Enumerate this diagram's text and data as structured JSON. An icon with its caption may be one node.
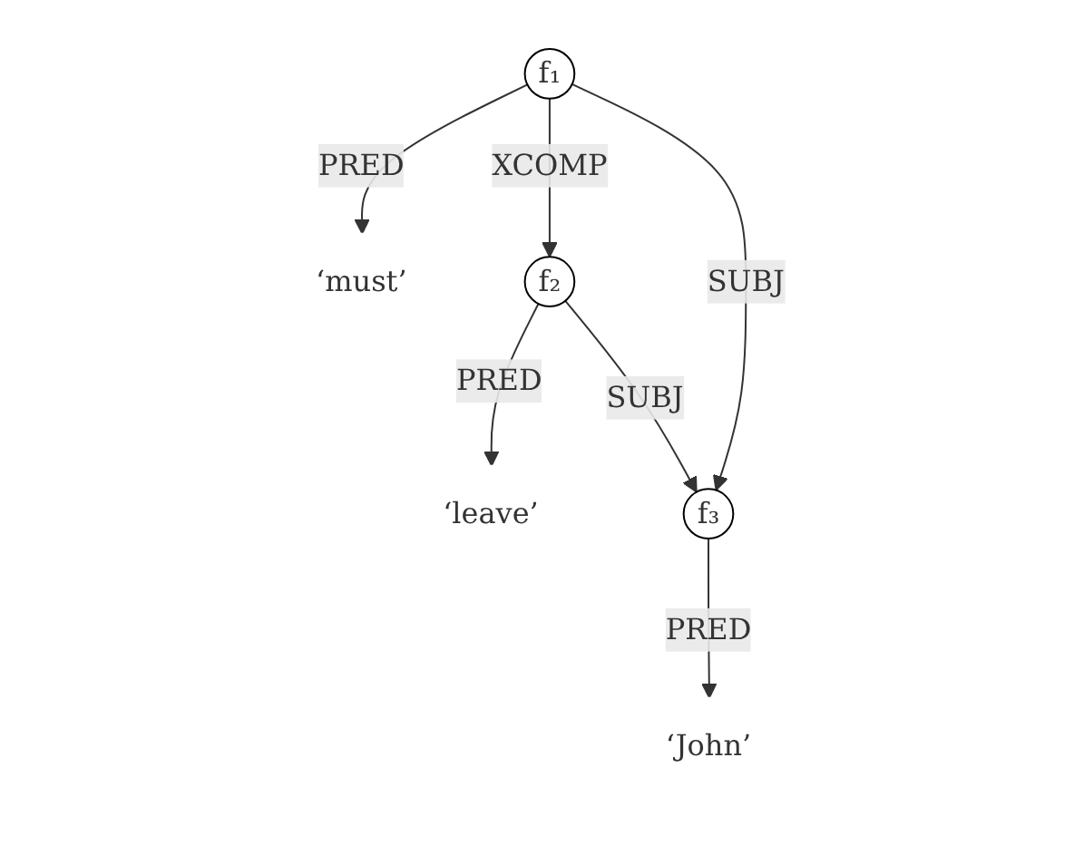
{
  "diagram": {
    "nodes": [
      {
        "text": [
          "f₁"
        ]
      },
      {
        "text": [
          "‘must’"
        ]
      },
      {
        "text": [
          "f₂"
        ]
      },
      {
        "text": [
          "‘leave’"
        ]
      },
      {
        "text": [
          "f₃"
        ]
      },
      {
        "text": [
          "‘John’"
        ]
      }
    ],
    "edges": [
      {
        "from": 0,
        "to": 1,
        "arrow": "to",
        "label": "PRED"
      },
      {
        "from": 0,
        "to": 2,
        "arrow": "to",
        "label": "XCOMP"
      },
      {
        "from": 0,
        "to": 4,
        "arrow": "to",
        "label": "SUBJ"
      },
      {
        "from": 2,
        "to": 3,
        "arrow": "to",
        "label": "PRED"
      },
      {
        "from": 2,
        "to": 4,
        "arrow": "to",
        "label": "SUBJ"
      },
      {
        "from": 4,
        "to": 5,
        "arrow": "to",
        "label": "PRED"
      }
    ]
  }
}
